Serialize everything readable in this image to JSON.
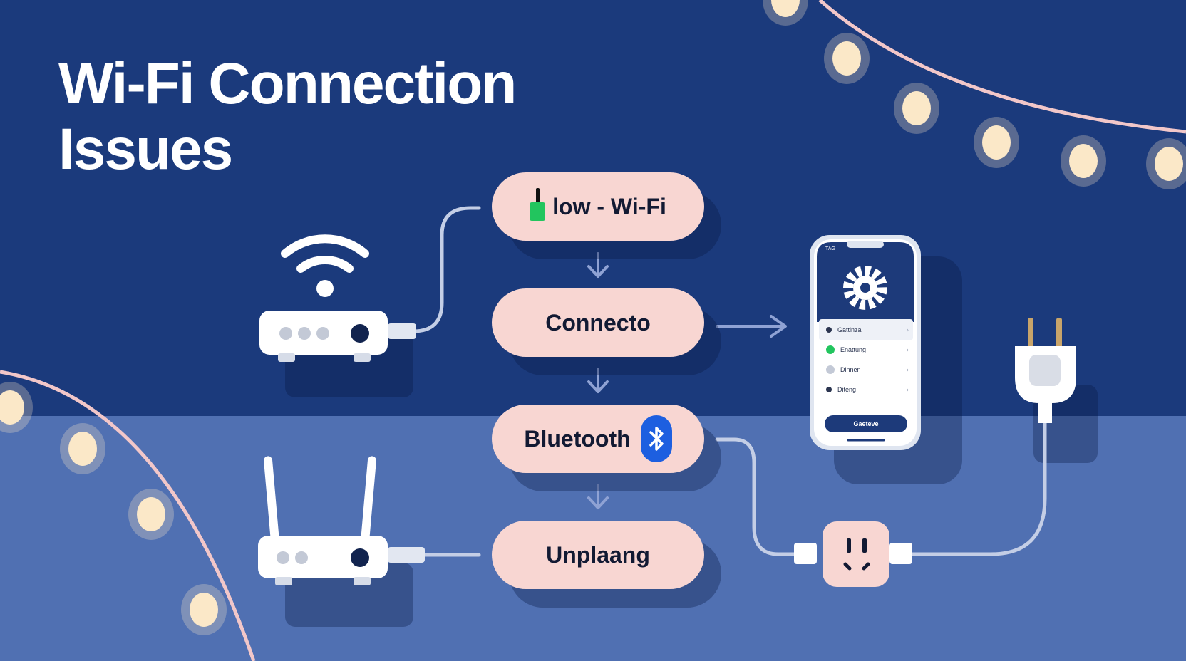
{
  "title": {
    "line1": "Wi-Fi Connection",
    "line2": "Issues"
  },
  "steps": [
    {
      "label": "low - Wi-Fi",
      "icon": "signal-bar-icon"
    },
    {
      "label": "Connecto"
    },
    {
      "label": "Bluetooth",
      "icon": "bluetooth-icon"
    },
    {
      "label": "Unplaang"
    }
  ],
  "phone": {
    "status_time": "TAG",
    "header_icon": "gear-icon",
    "settings_rows": [
      {
        "label": "Gattinza",
        "color": "#2b3550"
      },
      {
        "label": "Enattung",
        "color": "#22c55e"
      },
      {
        "label": "Dinnen",
        "color": "#9aa3b8"
      },
      {
        "label": "Diteng",
        "color": "#2b3550"
      }
    ],
    "button_label": "Gaeteve"
  },
  "devices": [
    "wifi-router",
    "antenna-router",
    "smartphone",
    "power-plug",
    "wall-socket"
  ],
  "colors": {
    "background": "#1b3a7c",
    "floor": "#5070b2",
    "pill": "#f8d6d2",
    "accent_green": "#22c55e",
    "bluetooth": "#1d5fe0",
    "string_lights": "#fbe8c8"
  }
}
